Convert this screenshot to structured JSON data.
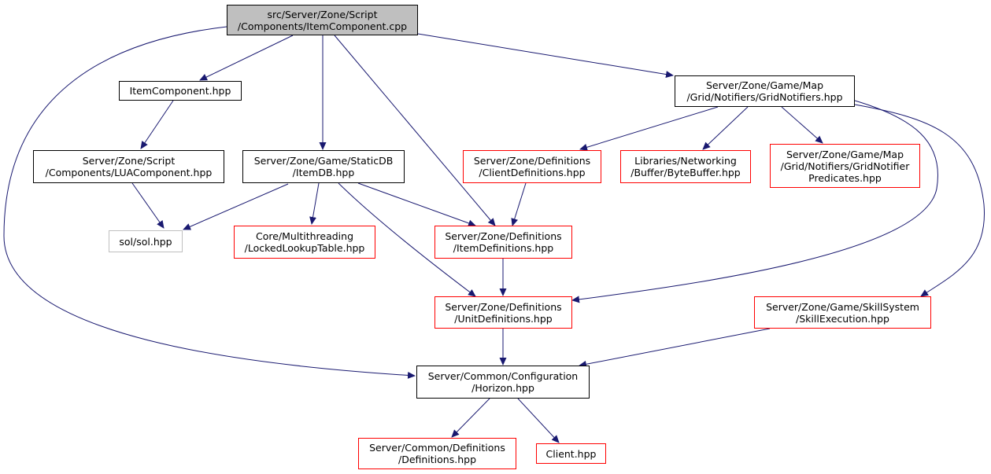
{
  "colors": {
    "edge": "#191970",
    "root_fill": "#bfbfbf",
    "documented_border": "#000000",
    "undocumented_border": "#ff0000",
    "external_border": "#bfbfbf"
  },
  "nodes": {
    "root": {
      "lines": [
        "src/Server/Zone/Script",
        "/Components/ItemComponent.cpp"
      ]
    },
    "itemcomponent_hpp": {
      "lines": [
        "ItemComponent.hpp"
      ]
    },
    "luacomponent": {
      "lines": [
        "Server/Zone/Script",
        "/Components/LUAComponent.hpp"
      ]
    },
    "sol": {
      "lines": [
        "sol/sol.hpp"
      ]
    },
    "itemdb": {
      "lines": [
        "Server/Zone/Game/StaticDB",
        "/ItemDB.hpp"
      ]
    },
    "lockedlookup": {
      "lines": [
        "Core/Multithreading",
        "/LockedLookupTable.hpp"
      ]
    },
    "itemdefs": {
      "lines": [
        "Server/Zone/Definitions",
        "/ItemDefinitions.hpp"
      ]
    },
    "unitdefs": {
      "lines": [
        "Server/Zone/Definitions",
        "/UnitDefinitions.hpp"
      ]
    },
    "clientdefs": {
      "lines": [
        "Server/Zone/Definitions",
        "/ClientDefinitions.hpp"
      ]
    },
    "gridnotifiers": {
      "lines": [
        "Server/Zone/Game/Map",
        "/Grid/Notifiers/GridNotifiers.hpp"
      ]
    },
    "bytebuffer": {
      "lines": [
        "Libraries/Networking",
        "/Buffer/ByteBuffer.hpp"
      ]
    },
    "gridpredicates": {
      "lines": [
        "Server/Zone/Game/Map",
        "/Grid/Notifiers/GridNotifier",
        "Predicates.hpp"
      ]
    },
    "skillexec": {
      "lines": [
        "Server/Zone/Game/SkillSystem",
        "/SkillExecution.hpp"
      ]
    },
    "horizon": {
      "lines": [
        "Server/Common/Configuration",
        "/Horizon.hpp"
      ]
    },
    "commondefs": {
      "lines": [
        "Server/Common/Definitions",
        "/Definitions.hpp"
      ]
    },
    "client": {
      "lines": [
        "Client.hpp"
      ]
    }
  }
}
